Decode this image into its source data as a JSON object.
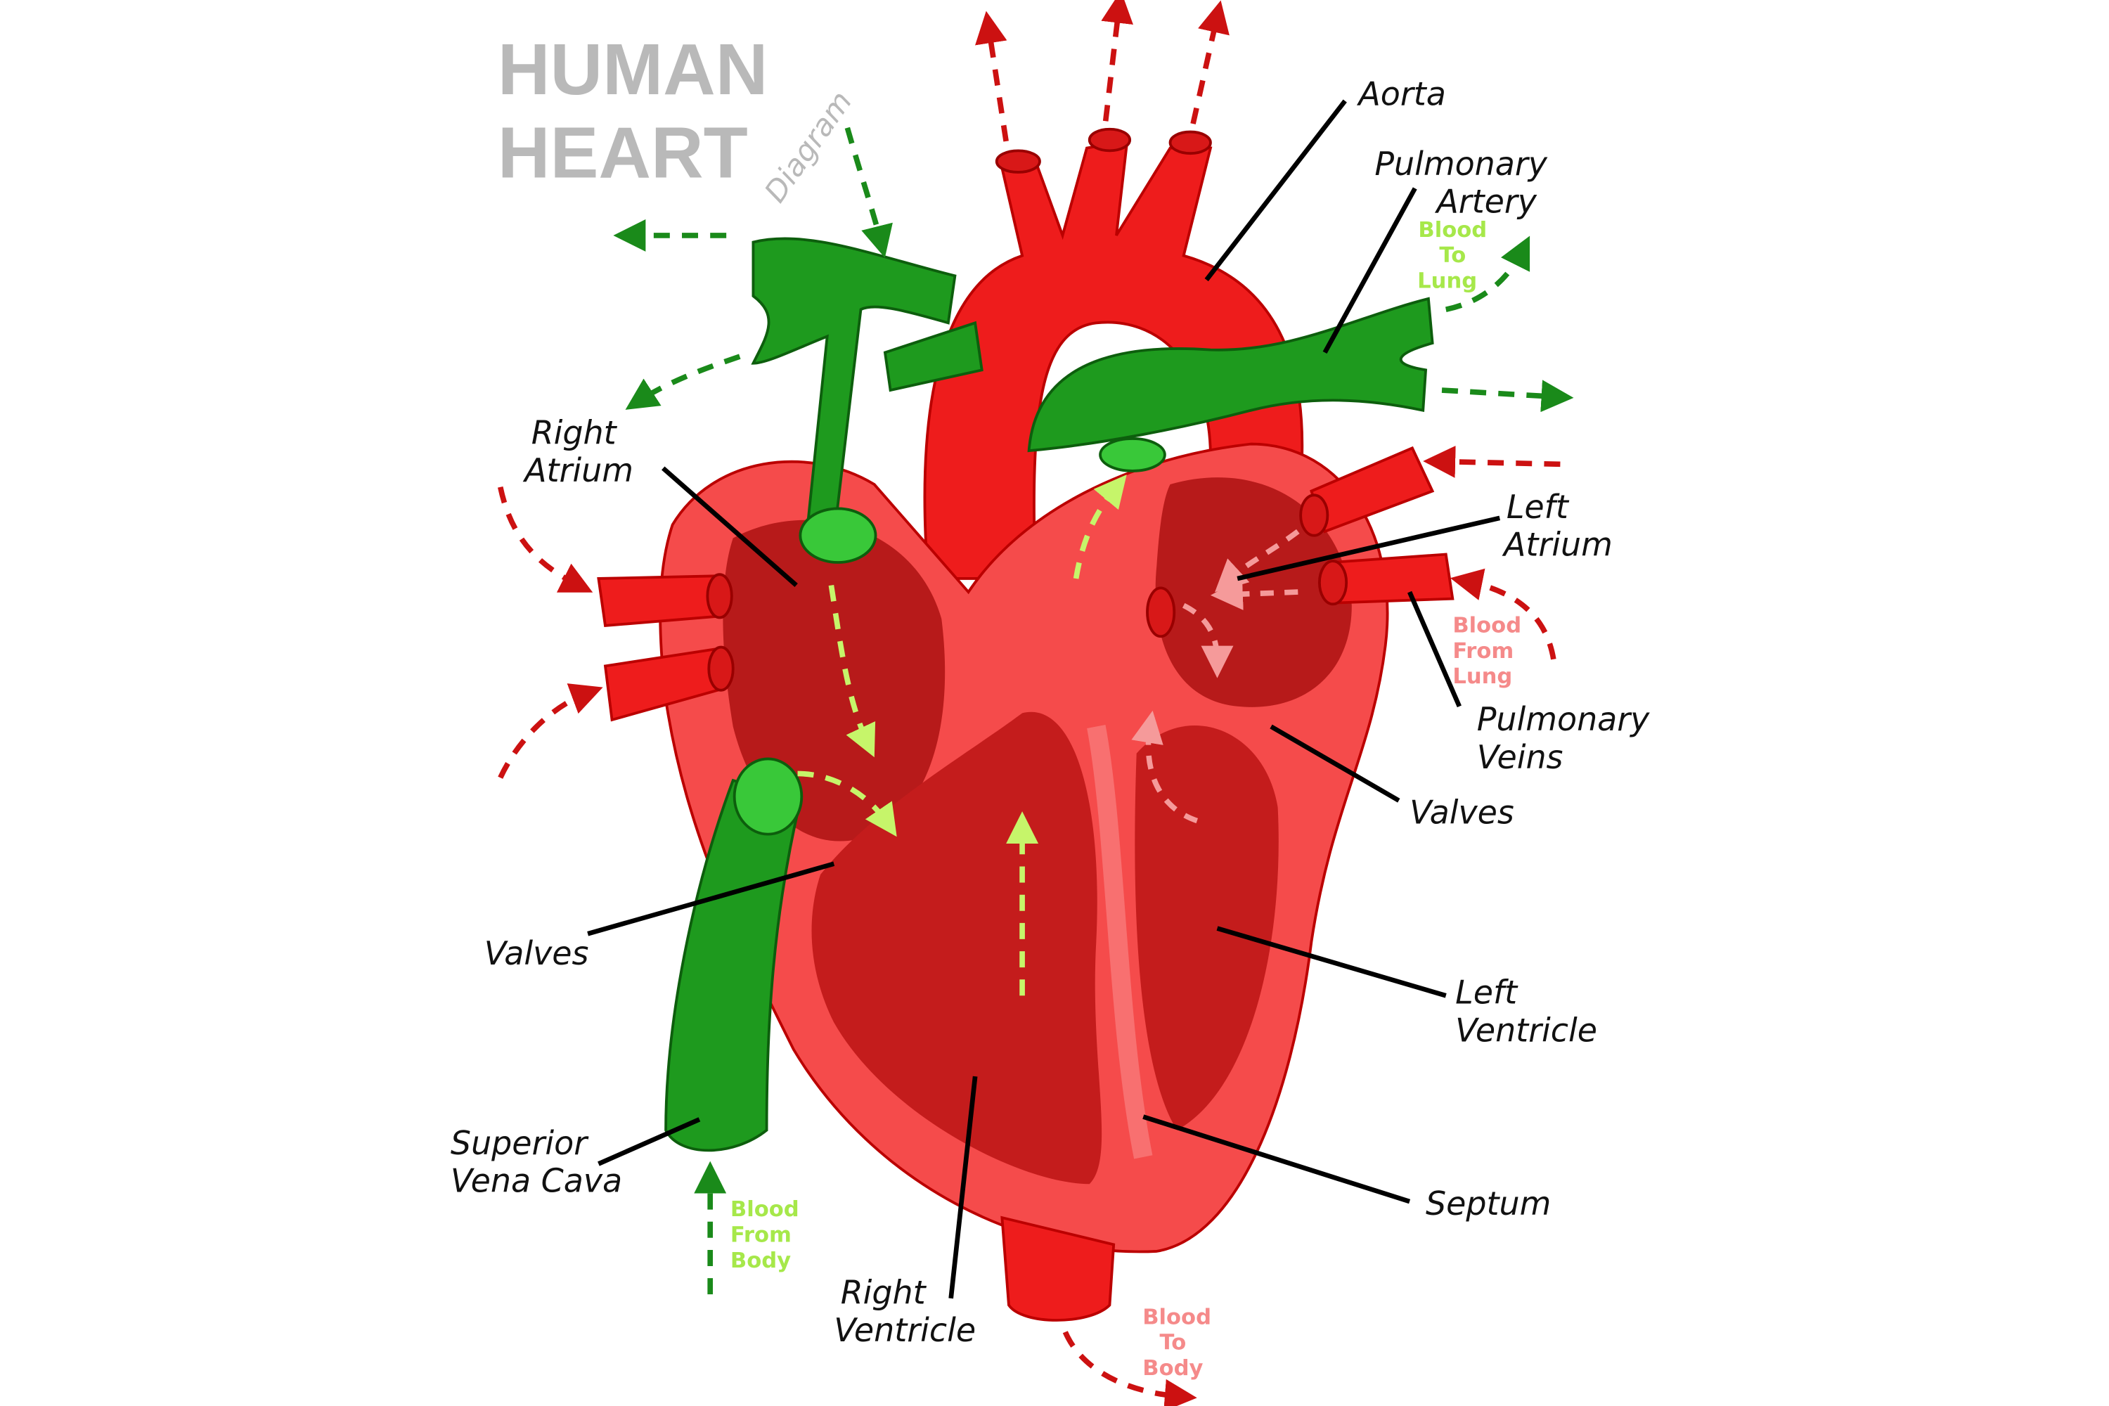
{
  "title": {
    "line1": "HUMAN",
    "line2": "HEART",
    "subtitle": "Diagram"
  },
  "labels": {
    "aorta": "Aorta",
    "pulmonary_artery": [
      "Pulmonary",
      "Artery"
    ],
    "right_atrium": [
      "Right",
      "Atrium"
    ],
    "left_atrium": [
      "Left",
      "Atrium"
    ],
    "pulmonary_veins": [
      "Pulmonary",
      "Veins"
    ],
    "valves_right": "Valves",
    "valves_left": "Valves",
    "left_ventricle": [
      "Left",
      "Ventricle"
    ],
    "superior_vena_cava": [
      "Superior",
      "Vena Cava"
    ],
    "right_ventricle": [
      "Right",
      "Ventricle"
    ],
    "septum": "Septum"
  },
  "flow_notes": {
    "blood_to_lung": [
      "Blood",
      "To",
      "Lung"
    ],
    "blood_from_lung": [
      "Blood",
      "From",
      "Lung"
    ],
    "blood_from_body": [
      "Blood",
      "From",
      "Body"
    ],
    "blood_to_body": [
      "Blood",
      "To",
      "Body"
    ]
  },
  "colors": {
    "oxygenated": "#ee1c1c",
    "deoxygenated": "#1e9a1e",
    "chamber": "#b71a1a",
    "heart_wall": "#f54b4b",
    "flow_green_text": "#a6e84a",
    "flow_pink_text": "#f58a8a"
  }
}
